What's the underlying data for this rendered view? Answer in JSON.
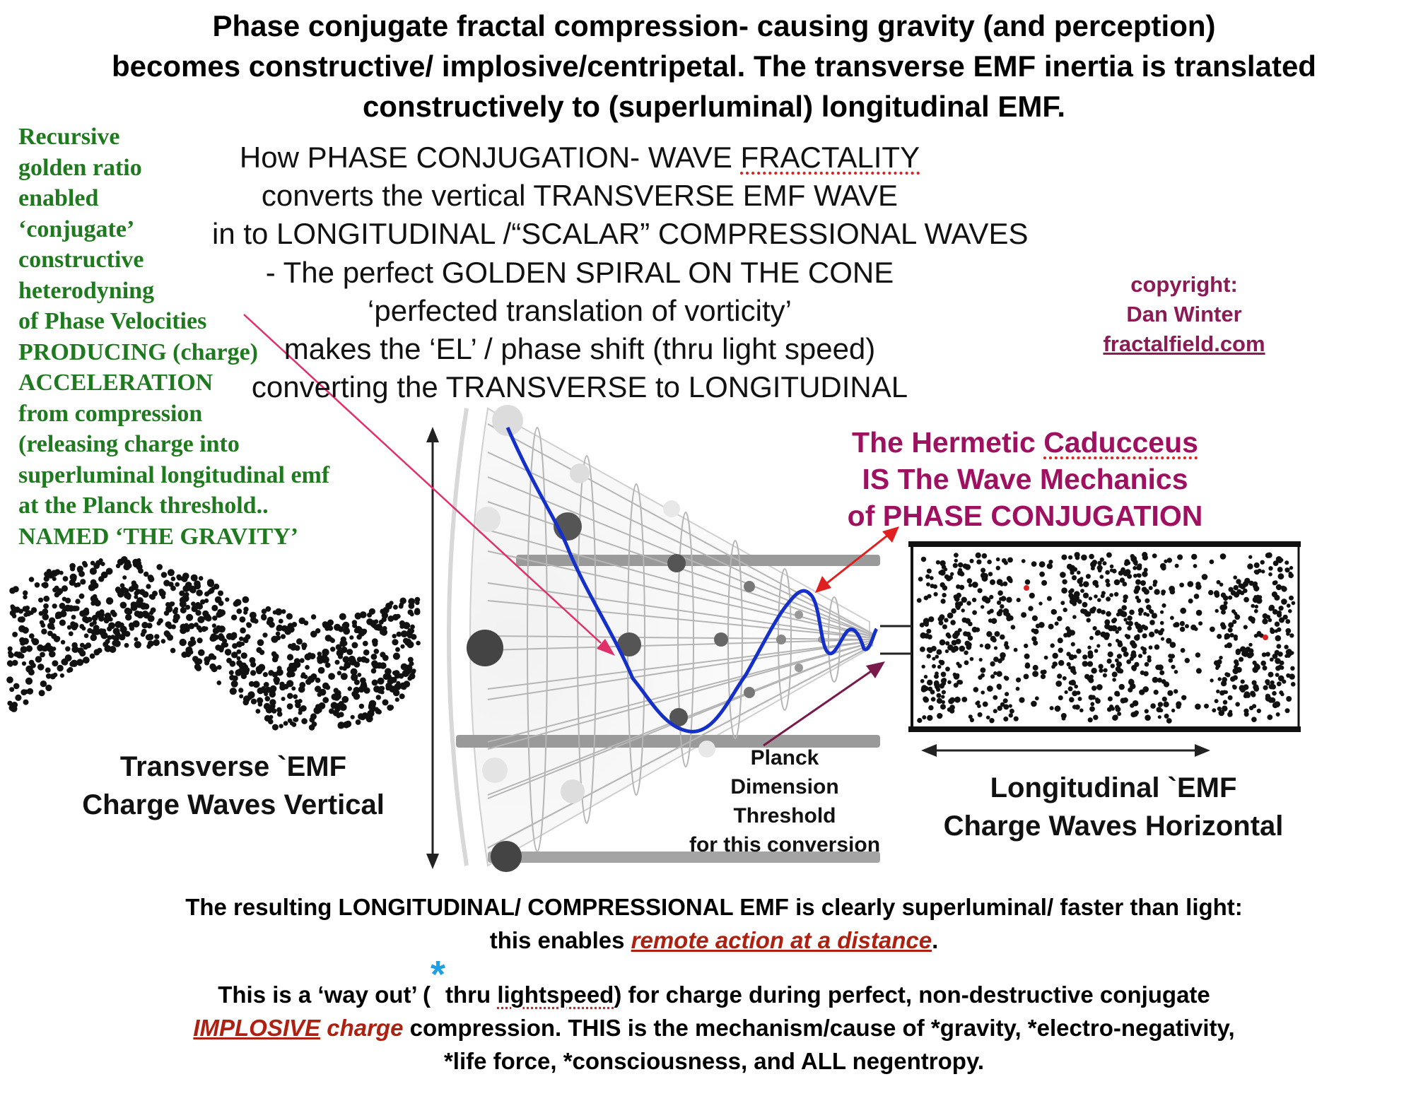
{
  "header": {
    "line1": "Phase conjugate fractal compression- causing gravity (and perception)",
    "line2": "becomes constructive/ implosive/centripetal. The transverse EMF inertia is translated",
    "line3": "constructively to (superluminal) longitudinal EMF."
  },
  "green_text": [
    "Recursive",
    "golden ratio",
    "enabled",
    "‘conjugate’",
    "constructive",
    "heterodyning",
    "of Phase Velocities",
    "PRODUCING (charge)",
    "ACCELERATION",
    "from compression",
    "(releasing  charge into",
    "superluminal longitudinal emf",
    "at  the Planck threshold..",
    "NAMED ‘THE GRAVITY’"
  ],
  "how": {
    "line1_a": "How PHASE CONJUGATION- WAVE ",
    "line1_b": "FRACTALITY",
    "line2": "converts the vertical  TRANSVERSE EMF WAVE",
    "line3": "in to LONGITUDINAL /“SCALAR” COMPRESSIONAL WAVES",
    "line4": "- The perfect GOLDEN SPIRAL ON THE CONE",
    "line5": "‘perfected translation of vorticity’",
    "line6": "makes the ‘EL’ / phase shift (thru light speed)",
    "line7": "converting the TRANSVERSE to LONGITUDINAL"
  },
  "copyright": {
    "label": "copyright:",
    "name": "Dan Winter",
    "site": "fractalfield.com"
  },
  "hermetic": {
    "line1_a": "The Hermetic ",
    "line1_b": "Caducceus",
    "line2": "IS The  Wave Mechanics",
    "line3": "of PHASE CONJUGATION"
  },
  "transverse": {
    "line1": "Transverse `EMF",
    "line2": "Charge Waves Vertical"
  },
  "longitudinal": {
    "line1": "Longitudinal `EMF",
    "line2": "Charge Waves Horizontal"
  },
  "planck": {
    "line1": "Planck",
    "line2": "Dimension",
    "line3": "Threshold",
    "line4": "for this conversion"
  },
  "footer": {
    "l1": "The resulting LONGITUDINAL/ COMPRESSIONAL EMF is clearly superluminal/ faster than light:",
    "l2_a": "this enables ",
    "l2_link": "remote action at a distance",
    "l2_b": ".",
    "l3_a": "This is a ‘way out’ (",
    "l3_star": "*",
    "l3_b": "thru ",
    "l3_c": "lightspeed",
    "l3_d": ") for charge during perfect, non-destructive conjugate",
    "l4_a": "IMPLOSIVE",
    "l4_b": " charge",
    "l4_c": " compression. THIS is the mechanism/cause of *gravity, *electro-negativity,",
    "l5": "*life force, *consciousness, and ALL negentropy."
  },
  "colors": {
    "green_text": "#1f7a1f",
    "hermetic": "#a01060",
    "copyright": "#8b1a55",
    "spiral": "#1530c8",
    "pink_arrow": "#e0306a",
    "red_arrow": "#e02020",
    "purple_arrow": "#7a1a4a",
    "link_red": "#b02010",
    "star_blue": "#1aa0e6"
  }
}
